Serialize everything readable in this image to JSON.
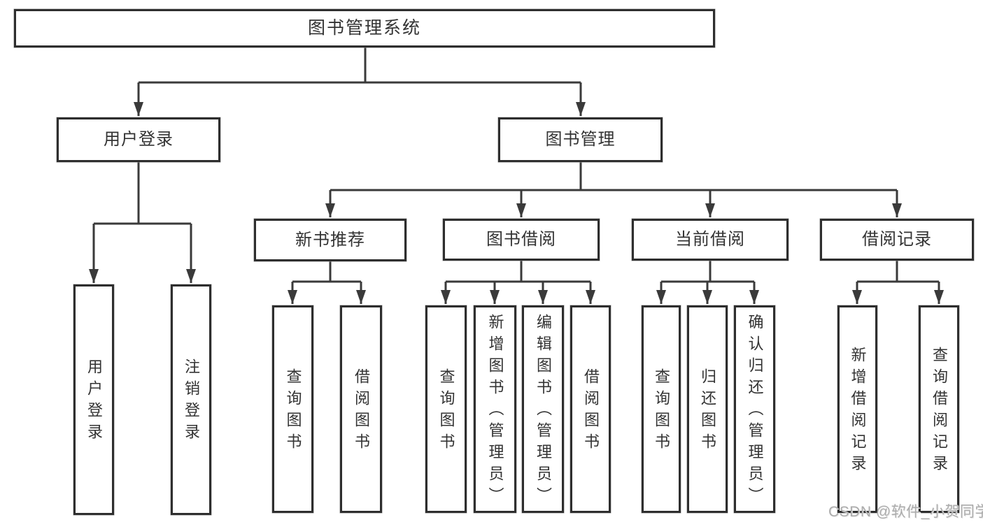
{
  "diagram": {
    "title": "图书管理系统",
    "root": {
      "label": "图书管理系统"
    },
    "branches": [
      {
        "label": "用户登录",
        "children": [
          {
            "label": "用户登录"
          },
          {
            "label": "注销登录"
          }
        ]
      },
      {
        "label": "图书管理",
        "children": [
          {
            "label": "新书推荐",
            "children": [
              {
                "label": "查询图书"
              },
              {
                "label": "借阅图书"
              }
            ]
          },
          {
            "label": "图书借阅",
            "children": [
              {
                "label": "查询图书"
              },
              {
                "label": "新增图书（管理员）"
              },
              {
                "label": "编辑图书（管理员）"
              },
              {
                "label": "借阅图书"
              }
            ]
          },
          {
            "label": "当前借阅",
            "children": [
              {
                "label": "查询图书"
              },
              {
                "label": "归还图书"
              },
              {
                "label": "确认归还（管理员）"
              }
            ]
          },
          {
            "label": "借阅记录",
            "children": [
              {
                "label": "新增借阅记录"
              },
              {
                "label": "查询借阅记录"
              }
            ]
          }
        ]
      }
    ]
  },
  "watermark": {
    "text": "CSDN @软件_小贺同学"
  },
  "colors": {
    "line": "#3a3a3a",
    "box_border": "#2e2e2e",
    "box_fill": "#ffffff",
    "text": "#333333",
    "watermark": "#acacac",
    "background": "#ffffff"
  }
}
